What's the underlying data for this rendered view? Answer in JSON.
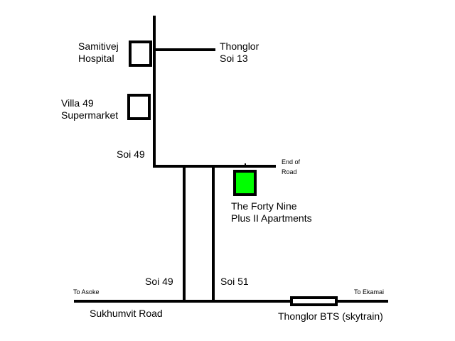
{
  "map": {
    "colors": {
      "road": "#000000",
      "apartment": "#00ff00",
      "background": "#ffffff"
    },
    "labels": {
      "samitivej_line1": "Samitivej",
      "samitivej_line2": "Hospital",
      "thonglor13_line1": "Thonglor",
      "thonglor13_line2": "Soi 13",
      "villa_line1": "Villa 49",
      "villa_line2": "Supermarket",
      "soi49_top": "Soi 49",
      "end_line1": "End of",
      "end_line2": "Road",
      "apartment_line1": "The Forty Nine",
      "apartment_line2": "Plus II Apartments",
      "soi49_bottom": "Soi 49",
      "soi51": "Soi 51",
      "to_asoke": "To Asoke",
      "to_ekamai": "To Ekamai",
      "sukhumvit": "Sukhumvit Road",
      "bts": "Thonglor BTS (skytrain)"
    }
  }
}
